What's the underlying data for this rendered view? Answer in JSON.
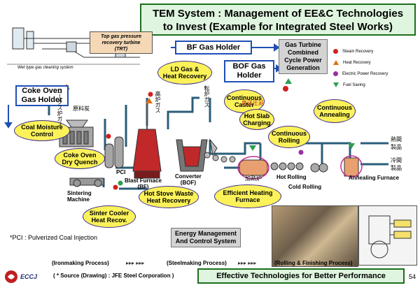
{
  "title": {
    "line1": "TEM System : Management of EE&C Technologies",
    "line2": "to Invest (Example for Integrated Steel Works)"
  },
  "holders": {
    "bf_gas": "BF Gas Holder",
    "bof_gas_line1": "BOF Gas",
    "bof_gas_line2": "Holder",
    "coke_oven_line1": "Coke Oven",
    "coke_oven_line2": "Gas Holder"
  },
  "gas_turbine": {
    "line1": "Gas Turbine",
    "line2": "Combined",
    "line3": "Cycle Power",
    "line4": "Generation"
  },
  "legend": [
    {
      "label": "Steam Recovery",
      "color": "#d02020",
      "shape": "circle"
    },
    {
      "label": "Heat Recovery",
      "color": "#e07010",
      "shape": "triangle-up"
    },
    {
      "label": "Electric Power Recovery",
      "color": "#9a30a0",
      "shape": "circle"
    },
    {
      "label": "Fuel Saving",
      "color": "#2aa050",
      "shape": "triangle-down"
    }
  ],
  "trt_label": {
    "line1": "Top gas pressure",
    "line2": "recovery turbine",
    "line3": "(TRT)"
  },
  "wet_gas_label": "Wet type gas cleaning system",
  "technologies": {
    "ld_gas": {
      "line1": "LD Gas &",
      "line2": "Heat Recovery"
    },
    "continuous_caster": {
      "line1": "Continuous",
      "line2": "Caster"
    },
    "hot_slab": {
      "line1": "Hot Slab",
      "line2": "Charging"
    },
    "continuous_annealing": {
      "line1": "Continuous",
      "line2": "Annealing"
    },
    "continuous_rolling": {
      "line1": "Continuous",
      "line2": "Rolling"
    },
    "coal_moisture": {
      "line1": "Coal Moisture",
      "line2": "Control"
    },
    "coke_dry_quench": {
      "line1": "Coke Oven",
      "line2": "Dry Quench"
    },
    "hot_stove": {
      "line1": "Hot Stove Waste",
      "line2": "Heat Recovery"
    },
    "efficient_heating": {
      "line1": "Efficient Heating",
      "line2": "Furnace"
    },
    "sinter_cooler": {
      "line1": "Sinter Cooler",
      "line2": "Heat Recov."
    }
  },
  "process_labels": {
    "blast_furnace": {
      "line1": "Blast  Furnace",
      "line2": "(BF)"
    },
    "converter": {
      "line1": "Converter",
      "line2": "(BOF)"
    },
    "sintering": {
      "line1": "Sintering",
      "line2": "Machine"
    },
    "pci": "PCI",
    "hot_rolling": "Hot Rolling",
    "cold_rolling": "Cold Rolling",
    "annealing_furnace": "Annealing Furnace",
    "coal_jp": "原料炭",
    "coke_gas_jp": "コークス炉ガス",
    "bf_gas_jp": "高炉ガス",
    "converter_gas_jp": "転炉ガス",
    "direct_jp": "直送圧延",
    "reheating_jp": "加熱炉",
    "hot_product_jp": "熱間\n製品",
    "cold_product_jp": "冷間\n製品"
  },
  "footnote_pci": "*PCI : Pulverized Coal Injection",
  "energy_mgmt": {
    "line1": "Energy Management",
    "line2": "And Control System"
  },
  "stages": {
    "iron": "(Ironmaking Process)",
    "steel": "(Steelmaking Process)",
    "rolling": "(Rolling & Finishing Process)",
    "arrows": "▸▸▸ ▸▸▸"
  },
  "source": "( * Source (Drawing) : JFE Steel Corporation  )",
  "logo_text": "ECCJ",
  "bottom_banner": "Effective Technologies for Better Performance",
  "page_number": "54",
  "colors": {
    "accent_green": "#1d6f1d",
    "ellipse_fill": "#fbf25a",
    "pipe": "#2a5e7a",
    "holder_border": "#1f4fb5"
  }
}
